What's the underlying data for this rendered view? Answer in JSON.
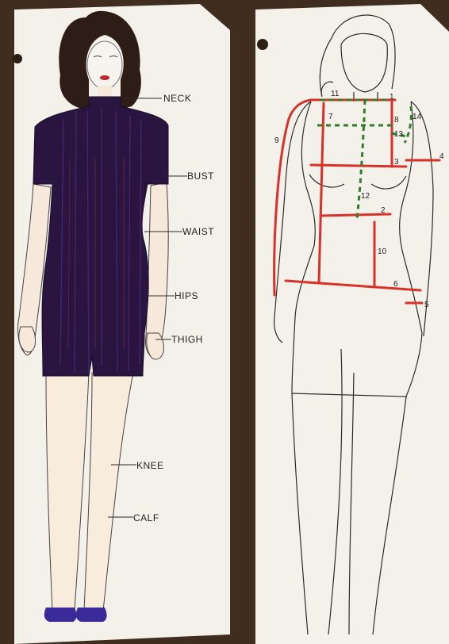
{
  "left_panel": {
    "labels": {
      "neck": "NECK",
      "bust": "BUST",
      "waist": "WAIST",
      "hips": "HIPS",
      "thigh": "THIGH",
      "knee": "KNEE",
      "calf": "CALF"
    },
    "colors": {
      "dress": "#2a1540",
      "dress_highlight": "#4b2a7a",
      "hair": "#2e1d16",
      "skin": "#f6e8da",
      "shoes": "#3b2a9a",
      "lips": "#c0262b"
    }
  },
  "right_panel": {
    "numbers": {
      "n1": "1",
      "n2": "2",
      "n3": "3",
      "n4": "4",
      "n5": "5",
      "n6": "6",
      "n7": "7",
      "n8": "8",
      "n9": "9",
      "n10": "10",
      "n11": "11",
      "n12": "12",
      "n13": "13",
      "n14": "14"
    },
    "colors": {
      "solid_line": "#d9312a",
      "dashed_line": "#2e7d2a"
    }
  },
  "colors": {
    "wood": "#3a2a1e",
    "paper": "#f4f1ea",
    "ink": "#2b2b2b"
  }
}
